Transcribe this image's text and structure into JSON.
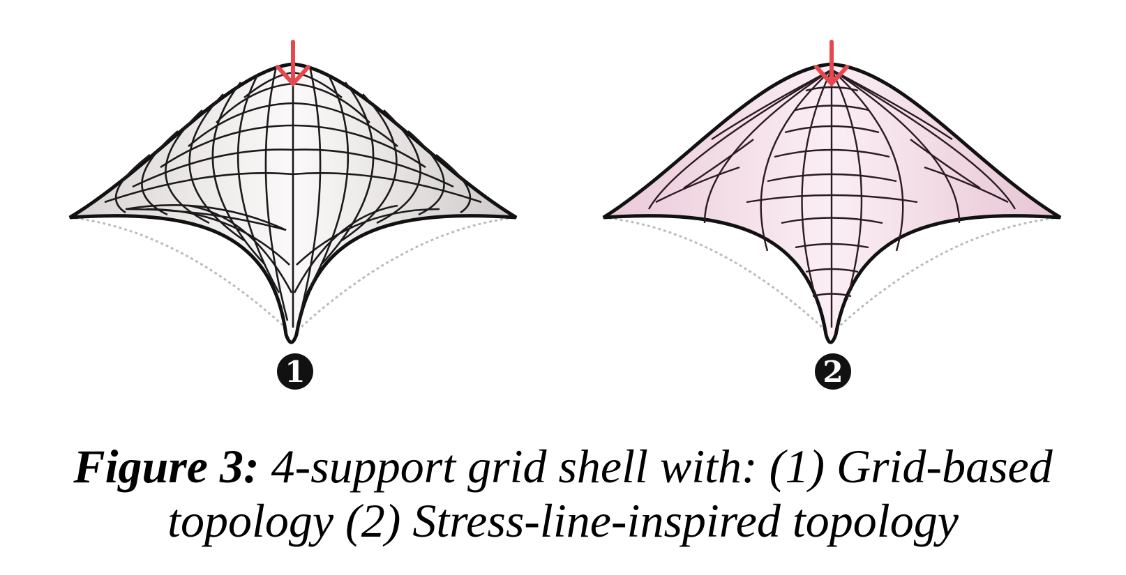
{
  "figure": {
    "panels": [
      {
        "badge": "1",
        "topology": "grid",
        "fill_color": "#ece8e8"
      },
      {
        "badge": "2",
        "topology": "stress-line",
        "fill_color": "#f3dbe6"
      }
    ],
    "load_arrow_color": "#e8474f",
    "support_line_color": "#bcbcbc"
  },
  "caption": {
    "label": "Figure 3:",
    "line1": "4-support grid shell with: (1) Grid-based",
    "line2": "topology (2) Stress-line-inspired topology"
  }
}
